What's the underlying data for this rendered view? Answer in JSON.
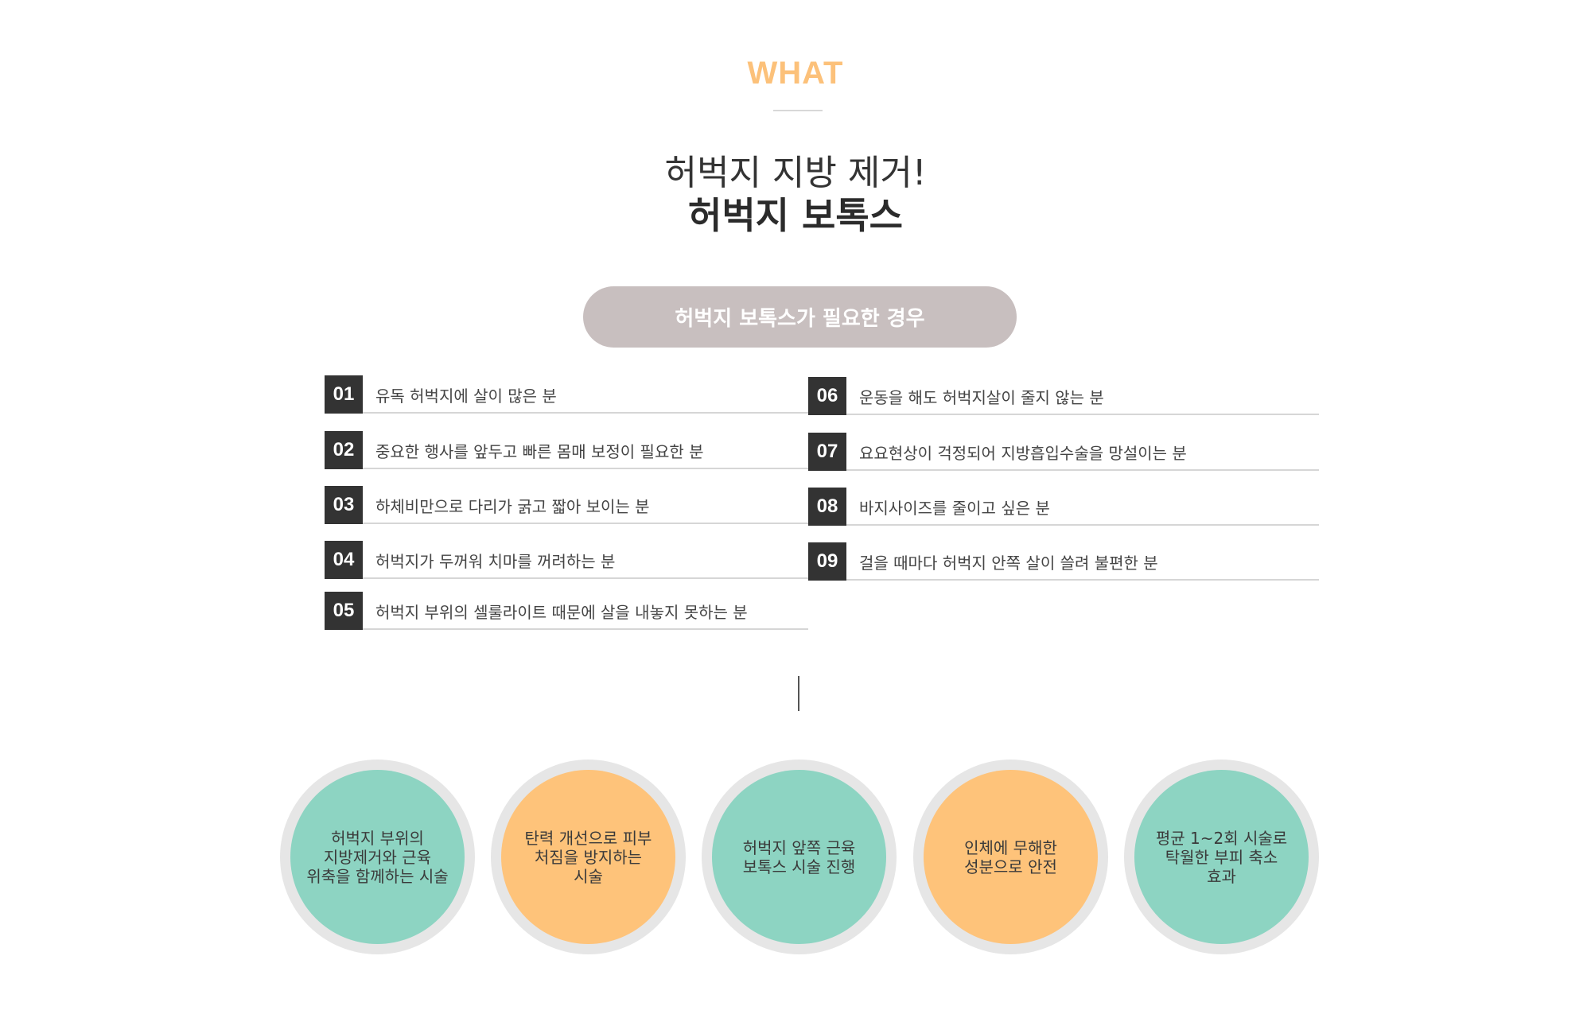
{
  "header": {
    "kicker": "WHAT",
    "title_line1": "허벅지 지방 제거!",
    "title_line2": "허벅지 보톡스"
  },
  "pill": {
    "label": "허벅지 보톡스가 필요한 경우"
  },
  "list": {
    "left": [
      {
        "num": "01",
        "text": "유독 허벅지에 살이 많은 분"
      },
      {
        "num": "02",
        "text": "중요한 행사를 앞두고 빠른 몸매 보정이 필요한 분"
      },
      {
        "num": "03",
        "text": "하체비만으로 다리가 굵고 짧아 보이는 분"
      },
      {
        "num": "04",
        "text": "허벅지가 두꺼워 치마를 꺼려하는 분"
      },
      {
        "num": "05",
        "text": "허벅지 부위의 셀룰라이트 때문에 살을 내놓지 못하는 분"
      }
    ],
    "right": [
      {
        "num": "06",
        "text": "운동을 해도 허벅지살이 줄지 않는 분"
      },
      {
        "num": "07",
        "text": "요요현상이 걱정되어 지방흡입수술을 망설이는 분"
      },
      {
        "num": "08",
        "text": "바지사이즈를 줄이고 싶은 분"
      },
      {
        "num": "09",
        "text": "걸을 때마다 허벅지 안쪽 살이 쓸려 불편한 분"
      }
    ]
  },
  "circles": [
    {
      "text": "허벅지 부위의\n지방제거와 근육\n위축을 함께하는 시술",
      "color": "#8dd4c2"
    },
    {
      "text": "탄력 개선으로 피부\n처짐을 방지하는\n시술",
      "color": "#fec37a"
    },
    {
      "text": "허벅지 앞쪽 근육\n보톡스 시술 진행",
      "color": "#8dd4c2"
    },
    {
      "text": "인체에 무해한\n성분으로 안전",
      "color": "#fec37a"
    },
    {
      "text": "평균 1~2회 시술로\n탁월한 부피 축소\n효과",
      "color": "#8dd4c2"
    }
  ],
  "colors": {
    "accent": "#fcc17a",
    "pill_bg": "#c8bfbf",
    "number_bg": "#333333",
    "mint": "#8dd4c2",
    "orange": "#fec37a",
    "ring": "#e6e6e6"
  }
}
